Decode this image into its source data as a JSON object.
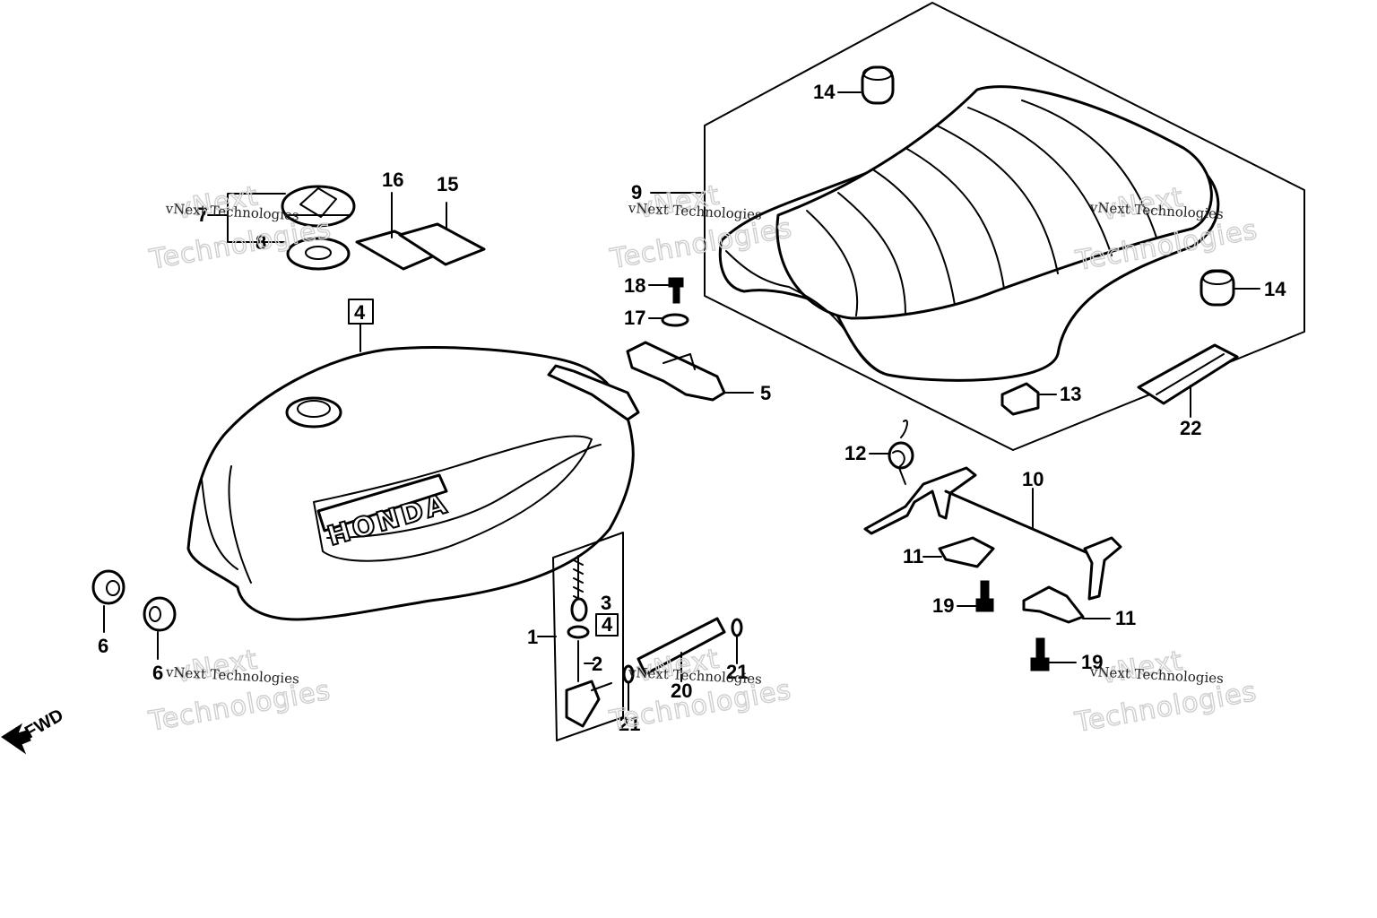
{
  "diagram": {
    "callouts": [
      {
        "id": "c1",
        "text": "1"
      },
      {
        "id": "c2",
        "text": "2"
      },
      {
        "id": "c3",
        "text": "3"
      },
      {
        "id": "c4a",
        "text": "4"
      },
      {
        "id": "c4b",
        "text": "4"
      },
      {
        "id": "c5",
        "text": "5"
      },
      {
        "id": "c6a",
        "text": "6"
      },
      {
        "id": "c6b",
        "text": "6"
      },
      {
        "id": "c7",
        "text": "7"
      },
      {
        "id": "c8",
        "text": "8"
      },
      {
        "id": "c9",
        "text": "9"
      },
      {
        "id": "c10",
        "text": "10"
      },
      {
        "id": "c11a",
        "text": "11"
      },
      {
        "id": "c11b",
        "text": "11"
      },
      {
        "id": "c12",
        "text": "12"
      },
      {
        "id": "c13",
        "text": "13"
      },
      {
        "id": "c14a",
        "text": "14"
      },
      {
        "id": "c14b",
        "text": "14"
      },
      {
        "id": "c15",
        "text": "15"
      },
      {
        "id": "c16",
        "text": "16"
      },
      {
        "id": "c17",
        "text": "17"
      },
      {
        "id": "c18",
        "text": "18"
      },
      {
        "id": "c19a",
        "text": "19"
      },
      {
        "id": "c19b",
        "text": "19"
      },
      {
        "id": "c20",
        "text": "20"
      },
      {
        "id": "c21a",
        "text": "21"
      },
      {
        "id": "c21b",
        "text": "21"
      },
      {
        "id": "c22",
        "text": "22"
      }
    ],
    "tank_brand": "HONDA",
    "fwd_label": "FWD",
    "watermark": {
      "line_small": "vNext Technologies",
      "line_big_1": "vNext",
      "line_big_2": "Technologies"
    }
  }
}
